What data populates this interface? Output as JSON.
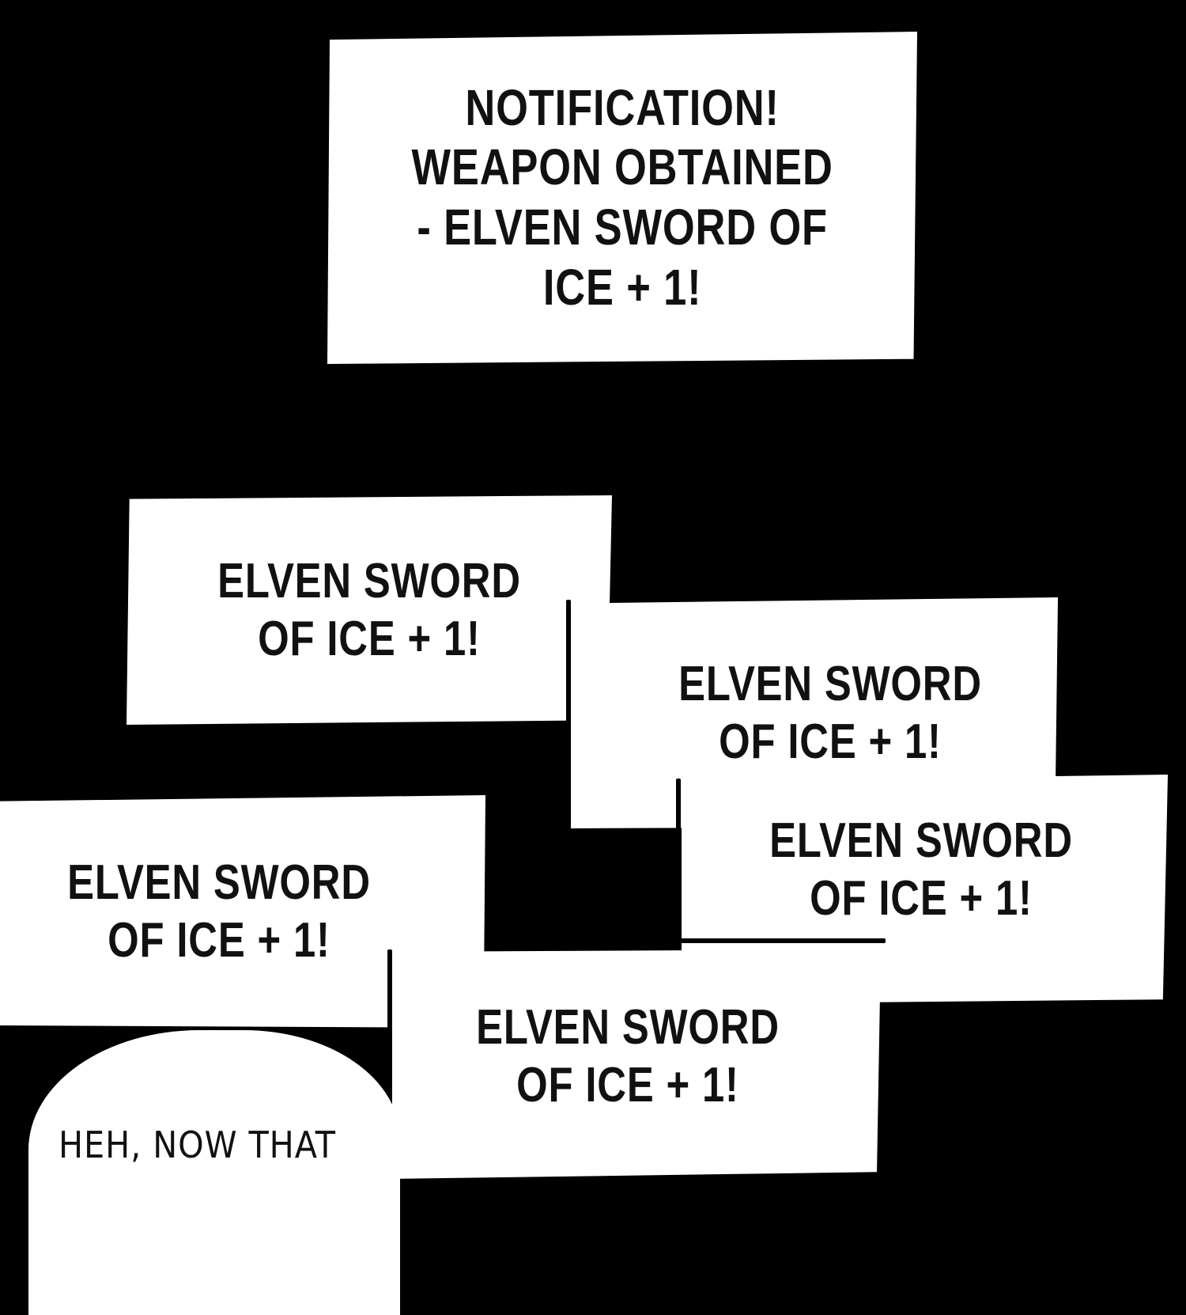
{
  "notification": {
    "lines": [
      "NOTIFICATION!",
      "WEAPON OBTAINED",
      "- ELVEN SWORD OF",
      "ICE + 1!"
    ]
  },
  "sword_captions": [
    {
      "lines": [
        "ELVEN SWORD",
        "OF ICE + 1!"
      ]
    },
    {
      "lines": [
        "ELVEN SWORD",
        "OF ICE + 1!"
      ]
    },
    {
      "lines": [
        "ELVEN SWORD",
        "OF ICE + 1!"
      ]
    },
    {
      "lines": [
        "ELVEN SWORD",
        "OF ICE + 1!"
      ]
    },
    {
      "lines": [
        "ELVEN SWORD",
        "OF ICE + 1!"
      ]
    }
  ],
  "speech_bubble": {
    "text": "HEH, NOW THAT"
  },
  "colors": {
    "background": "#000000",
    "panel": "#ffffff",
    "text": "#111111"
  }
}
